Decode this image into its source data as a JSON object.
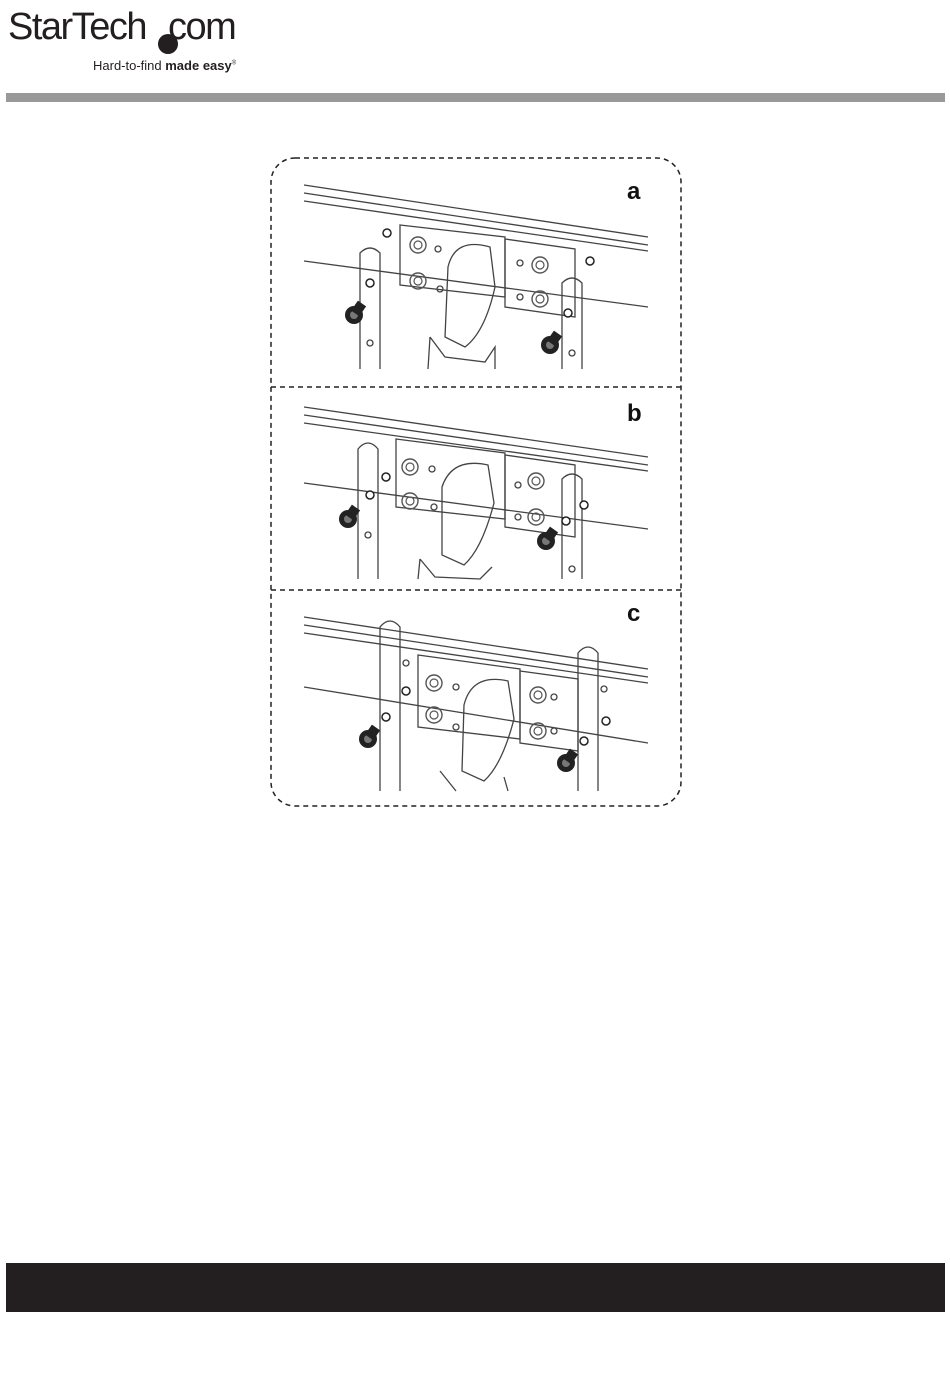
{
  "header": {
    "logo_text": "StarTech",
    "logo_suffix": "com",
    "tagline_light": "Hard-to-find ",
    "tagline_bold": "made easy",
    "tagline_mark": "®"
  },
  "figure": {
    "panels": [
      {
        "label": "a"
      },
      {
        "label": "b"
      },
      {
        "label": "c"
      }
    ]
  },
  "colors": {
    "rule": "#999999",
    "footer_bar": "#231f20",
    "line_art": "#444444"
  }
}
